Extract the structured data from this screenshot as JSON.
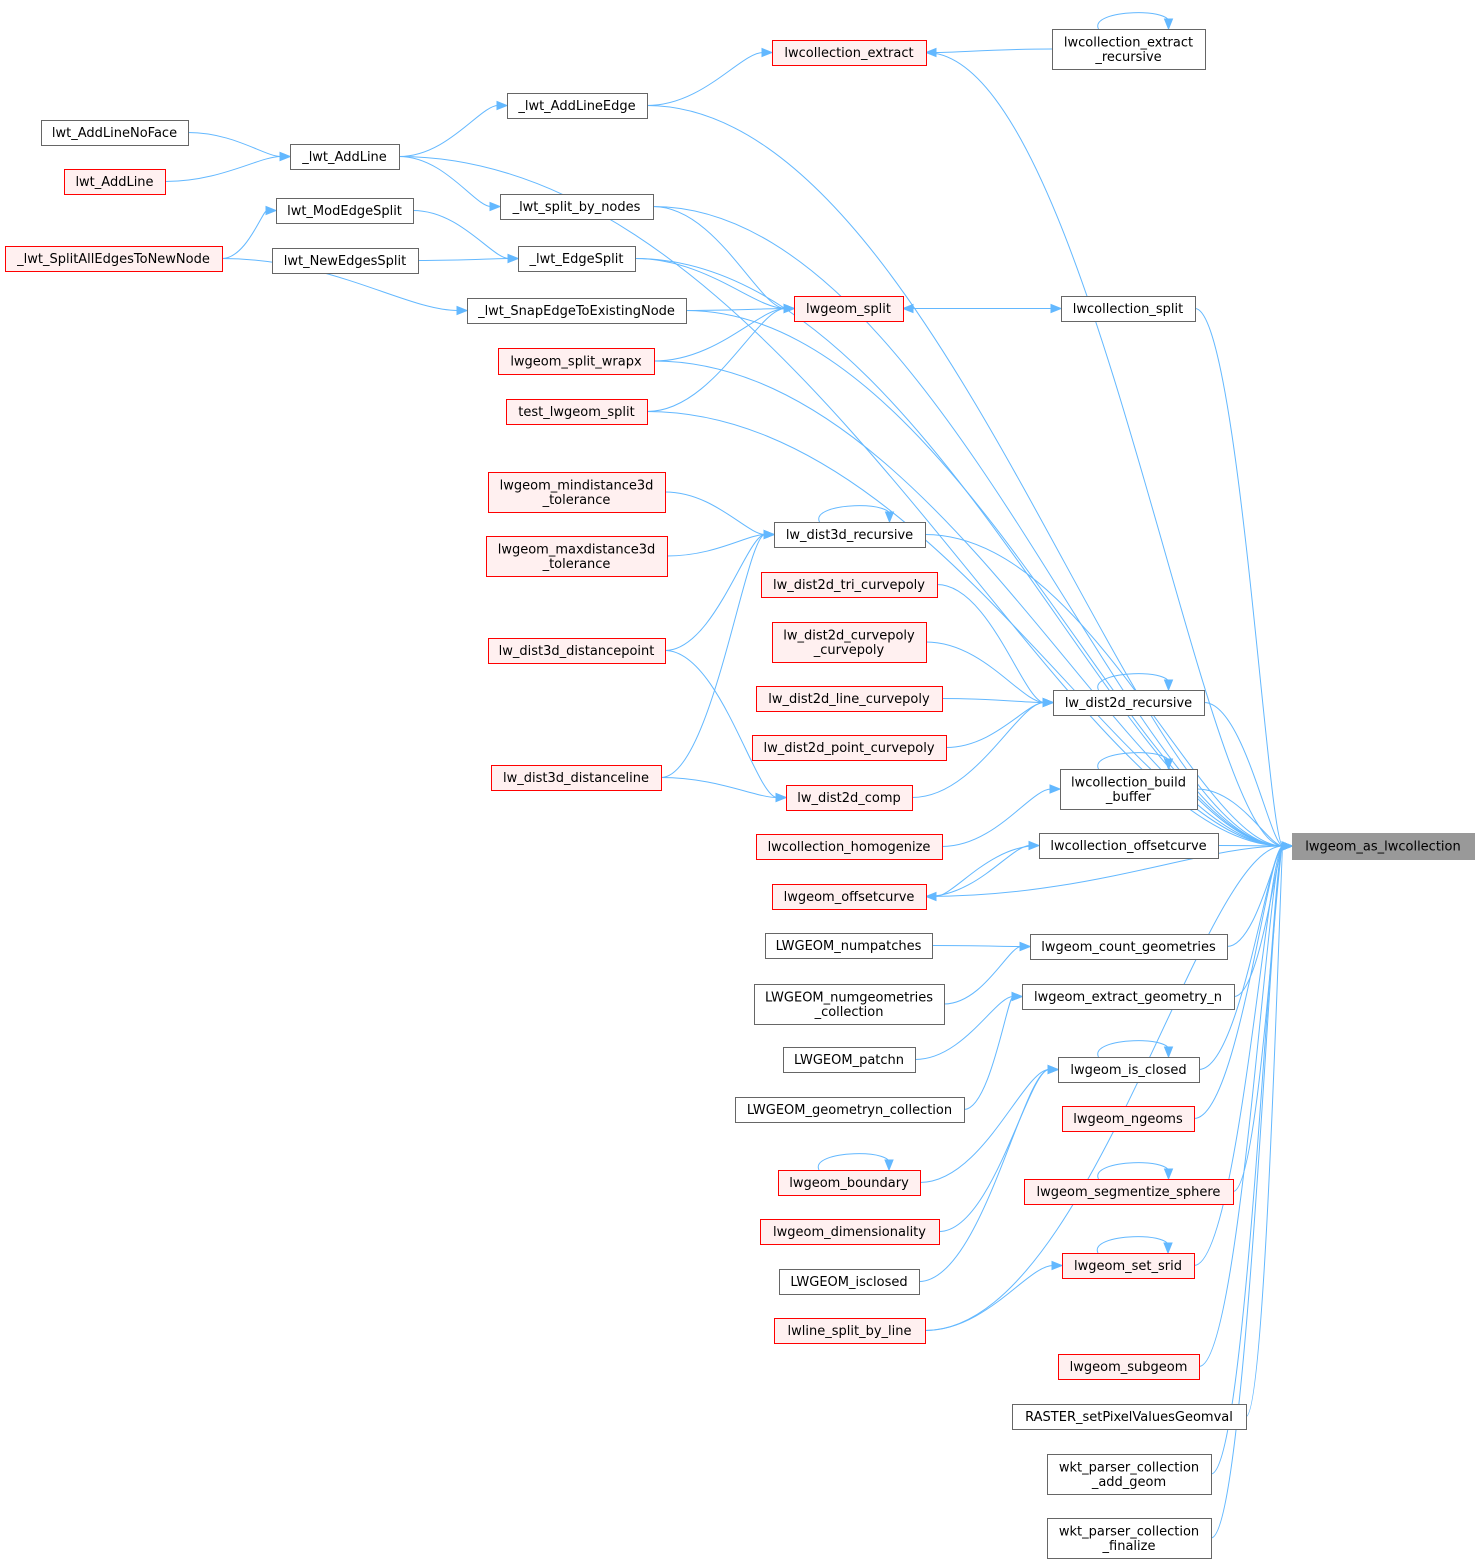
{
  "colors": {
    "edge": "#63b8ff",
    "node_border_normal": "#666666",
    "node_fill_normal": "#ffffff",
    "node_border_red": "#ff0000",
    "node_fill_red": "#fff0f0",
    "node_border_target": "#999999",
    "node_fill_target": "#999999"
  },
  "nodes": [
    {
      "id": "n0",
      "lines": [
        "lwgeom_as_lwcollection"
      ],
      "style": "target"
    },
    {
      "id": "n1",
      "lines": [
        "lwcollection_extract"
      ],
      "style": "red"
    },
    {
      "id": "n2",
      "lines": [
        "lwcollection_extract",
        "_recursive"
      ],
      "style": "normal"
    },
    {
      "id": "n3",
      "lines": [
        "_lwt_AddLineEdge"
      ],
      "style": "normal"
    },
    {
      "id": "n4",
      "lines": [
        "lwt_AddLineNoFace"
      ],
      "style": "normal"
    },
    {
      "id": "n5",
      "lines": [
        "_lwt_AddLine"
      ],
      "style": "normal"
    },
    {
      "id": "n6",
      "lines": [
        "lwt_AddLine"
      ],
      "style": "red"
    },
    {
      "id": "n7",
      "lines": [
        "_lwt_split_by_nodes"
      ],
      "style": "normal"
    },
    {
      "id": "n8",
      "lines": [
        "lwt_ModEdgeSplit"
      ],
      "style": "normal"
    },
    {
      "id": "n9",
      "lines": [
        "_lwt_SplitAllEdgesToNewNode"
      ],
      "style": "red"
    },
    {
      "id": "n10",
      "lines": [
        "lwt_NewEdgesSplit"
      ],
      "style": "normal"
    },
    {
      "id": "n11",
      "lines": [
        "_lwt_EdgeSplit"
      ],
      "style": "normal"
    },
    {
      "id": "n12",
      "lines": [
        "_lwt_SnapEdgeToExistingNode"
      ],
      "style": "normal"
    },
    {
      "id": "n13",
      "lines": [
        "lwgeom_split"
      ],
      "style": "red"
    },
    {
      "id": "n14",
      "lines": [
        "lwcollection_split"
      ],
      "style": "normal"
    },
    {
      "id": "n15",
      "lines": [
        "lwgeom_split_wrapx"
      ],
      "style": "red"
    },
    {
      "id": "n16",
      "lines": [
        "test_lwgeom_split"
      ],
      "style": "red"
    },
    {
      "id": "n17",
      "lines": [
        "lwgeom_mindistance3d",
        "_tolerance"
      ],
      "style": "red"
    },
    {
      "id": "n18",
      "lines": [
        "lw_dist3d_recursive"
      ],
      "style": "normal"
    },
    {
      "id": "n19",
      "lines": [
        "lwgeom_maxdistance3d",
        "_tolerance"
      ],
      "style": "red"
    },
    {
      "id": "n20",
      "lines": [
        "lw_dist2d_tri_curvepoly"
      ],
      "style": "red"
    },
    {
      "id": "n21",
      "lines": [
        "lw_dist2d_curvepoly",
        "_curvepoly"
      ],
      "style": "red"
    },
    {
      "id": "n22",
      "lines": [
        "lw_dist3d_distancepoint"
      ],
      "style": "red"
    },
    {
      "id": "n23",
      "lines": [
        "lw_dist2d_line_curvepoly"
      ],
      "style": "red"
    },
    {
      "id": "n24",
      "lines": [
        "lw_dist2d_recursive"
      ],
      "style": "normal"
    },
    {
      "id": "n25",
      "lines": [
        "lw_dist2d_point_curvepoly"
      ],
      "style": "red"
    },
    {
      "id": "n26",
      "lines": [
        "lwcollection_build",
        "_buffer"
      ],
      "style": "normal"
    },
    {
      "id": "n27",
      "lines": [
        "lw_dist3d_distanceline"
      ],
      "style": "red"
    },
    {
      "id": "n28",
      "lines": [
        "lw_dist2d_comp"
      ],
      "style": "red"
    },
    {
      "id": "n29",
      "lines": [
        "lwcollection_homogenize"
      ],
      "style": "red"
    },
    {
      "id": "n30",
      "lines": [
        "lwcollection_offsetcurve"
      ],
      "style": "normal"
    },
    {
      "id": "n31",
      "lines": [
        "lwgeom_offsetcurve"
      ],
      "style": "red"
    },
    {
      "id": "n32",
      "lines": [
        "LWGEOM_numpatches"
      ],
      "style": "normal"
    },
    {
      "id": "n33",
      "lines": [
        "lwgeom_count_geometries"
      ],
      "style": "normal"
    },
    {
      "id": "n34",
      "lines": [
        "LWGEOM_numgeometries",
        "_collection"
      ],
      "style": "normal"
    },
    {
      "id": "n35",
      "lines": [
        "lwgeom_extract_geometry_n"
      ],
      "style": "normal"
    },
    {
      "id": "n36",
      "lines": [
        "LWGEOM_patchn"
      ],
      "style": "normal"
    },
    {
      "id": "n37",
      "lines": [
        "lwgeom_is_closed"
      ],
      "style": "normal"
    },
    {
      "id": "n38",
      "lines": [
        "LWGEOM_geometryn_collection"
      ],
      "style": "normal"
    },
    {
      "id": "n39",
      "lines": [
        "lwgeom_ngeoms"
      ],
      "style": "red"
    },
    {
      "id": "n40",
      "lines": [
        "lwgeom_boundary"
      ],
      "style": "red"
    },
    {
      "id": "n41",
      "lines": [
        "lwgeom_segmentize_sphere"
      ],
      "style": "red"
    },
    {
      "id": "n42",
      "lines": [
        "lwgeom_dimensionality"
      ],
      "style": "red"
    },
    {
      "id": "n43",
      "lines": [
        "lwgeom_set_srid"
      ],
      "style": "red"
    },
    {
      "id": "n44",
      "lines": [
        "LWGEOM_isclosed"
      ],
      "style": "normal"
    },
    {
      "id": "n45",
      "lines": [
        "lwline_split_by_line"
      ],
      "style": "red"
    },
    {
      "id": "n46",
      "lines": [
        "lwgeom_subgeom"
      ],
      "style": "red"
    },
    {
      "id": "n47",
      "lines": [
        "RASTER_setPixelValuesGeomval"
      ],
      "style": "normal"
    },
    {
      "id": "n48",
      "lines": [
        "wkt_parser_collection",
        "_add_geom"
      ],
      "style": "normal"
    },
    {
      "id": "n49",
      "lines": [
        "wkt_parser_collection",
        "_finalize"
      ],
      "style": "normal"
    }
  ],
  "edges": [
    [
      "n1",
      "n0"
    ],
    [
      "n2",
      "n1"
    ],
    [
      "n2",
      "n2"
    ],
    [
      "n3",
      "n1"
    ],
    [
      "n3",
      "n0"
    ],
    [
      "n4",
      "n5"
    ],
    [
      "n6",
      "n5"
    ],
    [
      "n5",
      "n3"
    ],
    [
      "n5",
      "n0"
    ],
    [
      "n5",
      "n7"
    ],
    [
      "n7",
      "n0"
    ],
    [
      "n7",
      "n13"
    ],
    [
      "n8",
      "n11"
    ],
    [
      "n9",
      "n8"
    ],
    [
      "n9",
      "n12"
    ],
    [
      "n10",
      "n11"
    ],
    [
      "n11",
      "n0"
    ],
    [
      "n11",
      "n13"
    ],
    [
      "n12",
      "n13"
    ],
    [
      "n12",
      "n0"
    ],
    [
      "n13",
      "n14"
    ],
    [
      "n14",
      "n13"
    ],
    [
      "n14",
      "n0"
    ],
    [
      "n15",
      "n13"
    ],
    [
      "n15",
      "n0"
    ],
    [
      "n16",
      "n13"
    ],
    [
      "n16",
      "n0"
    ],
    [
      "n17",
      "n18"
    ],
    [
      "n18",
      "n18"
    ],
    [
      "n18",
      "n0"
    ],
    [
      "n19",
      "n18"
    ],
    [
      "n22",
      "n18"
    ],
    [
      "n27",
      "n18"
    ],
    [
      "n20",
      "n24"
    ],
    [
      "n21",
      "n24"
    ],
    [
      "n23",
      "n24"
    ],
    [
      "n24",
      "n24"
    ],
    [
      "n24",
      "n0"
    ],
    [
      "n25",
      "n24"
    ],
    [
      "n28",
      "n24"
    ],
    [
      "n22",
      "n28"
    ],
    [
      "n27",
      "n28"
    ],
    [
      "n26",
      "n26"
    ],
    [
      "n26",
      "n0"
    ],
    [
      "n29",
      "n26"
    ],
    [
      "n30",
      "n0"
    ],
    [
      "n30",
      "n31"
    ],
    [
      "n31",
      "n30"
    ],
    [
      "n31",
      "n0"
    ],
    [
      "n32",
      "n33"
    ],
    [
      "n33",
      "n0"
    ],
    [
      "n34",
      "n33"
    ],
    [
      "n35",
      "n0"
    ],
    [
      "n36",
      "n35"
    ],
    [
      "n38",
      "n35"
    ],
    [
      "n37",
      "n37"
    ],
    [
      "n37",
      "n0"
    ],
    [
      "n40",
      "n37"
    ],
    [
      "n42",
      "n37"
    ],
    [
      "n44",
      "n37"
    ],
    [
      "n40",
      "n40"
    ],
    [
      "n39",
      "n0"
    ],
    [
      "n41",
      "n41"
    ],
    [
      "n41",
      "n0"
    ],
    [
      "n43",
      "n43"
    ],
    [
      "n43",
      "n0"
    ],
    [
      "n45",
      "n43"
    ],
    [
      "n45",
      "n0"
    ],
    [
      "n46",
      "n0"
    ],
    [
      "n47",
      "n0"
    ],
    [
      "n48",
      "n0"
    ],
    [
      "n49",
      "n0"
    ]
  ]
}
